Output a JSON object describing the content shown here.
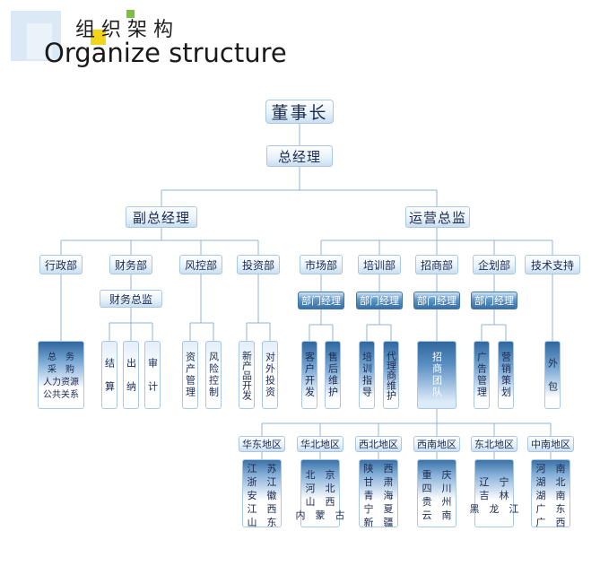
{
  "header": {
    "title_cn": "组织架构",
    "title_en": "Organize structure"
  },
  "nodes": {
    "chairman": "董事长",
    "gm": "总经理",
    "vgm": "副总经理",
    "ops": "运营总监",
    "admin": "行政部",
    "finance": "财务部",
    "risk": "风控部",
    "invest": "投资部",
    "market": "市场部",
    "training": "培训部",
    "merchant": "招商部",
    "planning": "企划部",
    "tech": "技术支持",
    "fin_director": "财务总监",
    "mgr_market": "部门经理",
    "mgr_training": "部门经理",
    "mgr_merchant": "部门经理",
    "mgr_planning": "部门经理"
  },
  "leaves": {
    "admin_items": [
      "总　务",
      "采　购",
      "人力资源",
      "公共关系"
    ],
    "settle": "结　算",
    "cashier": "出　纳",
    "audit": "审　计",
    "asset": "资产管理",
    "riskctl": "风险控制",
    "newprod": "新产品开发",
    "extinv": "对外投资",
    "client": "客户开发",
    "aftersale": "售后维护",
    "trainguide": "培训指导",
    "agent": "代理商维护",
    "team": "招商团队",
    "adman": "广告管理",
    "mktplan": "营销策划",
    "outsource": "外　包"
  },
  "regions": [
    {
      "name": "华东地区",
      "lines": [
        "江　苏",
        "浙　江",
        "安　徽",
        "江　西",
        "山　东"
      ]
    },
    {
      "name": "华北地区",
      "lines": [
        "北　京",
        "河　北",
        "山　西",
        "内　蒙　古"
      ]
    },
    {
      "name": "西北地区",
      "lines": [
        "陕　西",
        "甘　肃",
        "青　海",
        "宁　夏",
        "新　疆"
      ]
    },
    {
      "name": "西南地区",
      "lines": [
        "重　庆",
        "四　川",
        "贵　州",
        "云　南"
      ]
    },
    {
      "name": "东北地区",
      "lines": [
        "辽　宁",
        "吉　林",
        "黑　龙　江"
      ]
    },
    {
      "name": "中南地区",
      "lines": [
        "河　南",
        "湖　北",
        "湖　南",
        "广　东",
        "广　西"
      ]
    }
  ],
  "colors": {
    "line": "#8fb3d6",
    "accent_green": "#7ac143",
    "accent_yellow": "#f2d41b",
    "accent_blue": "#cfe0f1"
  }
}
